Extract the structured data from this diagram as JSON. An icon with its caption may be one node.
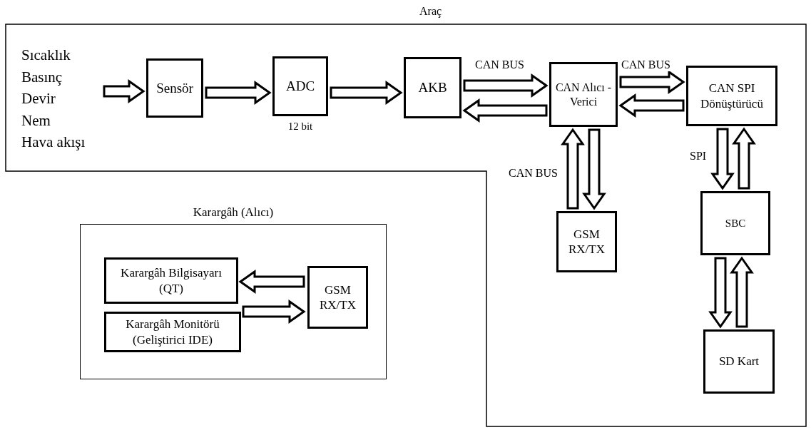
{
  "diagram": {
    "nodes": [
      {
        "text": [
          "Araç"
        ]
      },
      {
        "text": [
          "Sıcaklık",
          "Basınç",
          "Devir",
          "Nem",
          "Hava akışı"
        ],
        "in": 0
      },
      {
        "text": [
          "Sensör"
        ],
        "in": 0
      },
      {
        "text": [
          "ADC"
        ],
        "in": 0,
        "beside": [
          "12 bit"
        ]
      },
      {
        "text": [
          "AKB"
        ],
        "in": 0
      },
      {
        "text": [
          "CAN Alıcı - Verici"
        ],
        "in": 0
      },
      {
        "text": [
          "CAN SPI Dönüştürücü"
        ],
        "in": 0
      },
      {
        "text": [
          "GSM RX/TX"
        ],
        "in": 0
      },
      {
        "text": [
          "SBC"
        ],
        "in": 0
      },
      {
        "text": [
          "SD Kart"
        ],
        "in": 0
      },
      {
        "text": [
          "Karargâh (Alıcı)"
        ]
      },
      {
        "text": [
          "Karargâh Bilgisayarı (QT)"
        ],
        "in": 10
      },
      {
        "text": [
          "Karargâh Monitörü (Geliştirici IDE)"
        ],
        "in": 10
      },
      {
        "text": [
          "GSM RX/TX"
        ],
        "in": 10
      }
    ],
    "edges": [
      {
        "from": 1,
        "to": 2,
        "arrow": "to"
      },
      {
        "from": 2,
        "to": 3,
        "arrow": "to"
      },
      {
        "from": 3,
        "to": 4,
        "arrow": "to"
      },
      {
        "from": 4,
        "to": 5,
        "arrow": "to",
        "label": "CAN BUS"
      },
      {
        "from": 5,
        "to": 4,
        "arrow": "to"
      },
      {
        "from": 5,
        "to": 6,
        "arrow": "to",
        "label": "CAN BUS"
      },
      {
        "from": 6,
        "to": 5,
        "arrow": "to"
      },
      {
        "from": 7,
        "to": 5,
        "arrow": "to",
        "label": "CAN BUS"
      },
      {
        "from": 5,
        "to": 7,
        "arrow": "to"
      },
      {
        "from": 6,
        "to": 8,
        "arrow": "to",
        "label": "SPI"
      },
      {
        "from": 8,
        "to": 6,
        "arrow": "to"
      },
      {
        "from": 8,
        "to": 9,
        "arrow": "to"
      },
      {
        "from": 9,
        "to": 8,
        "arrow": "to"
      },
      {
        "from": 13,
        "to": 11,
        "arrow": "to"
      },
      {
        "from": 12,
        "to": 13,
        "arrow": "to"
      }
    ]
  }
}
